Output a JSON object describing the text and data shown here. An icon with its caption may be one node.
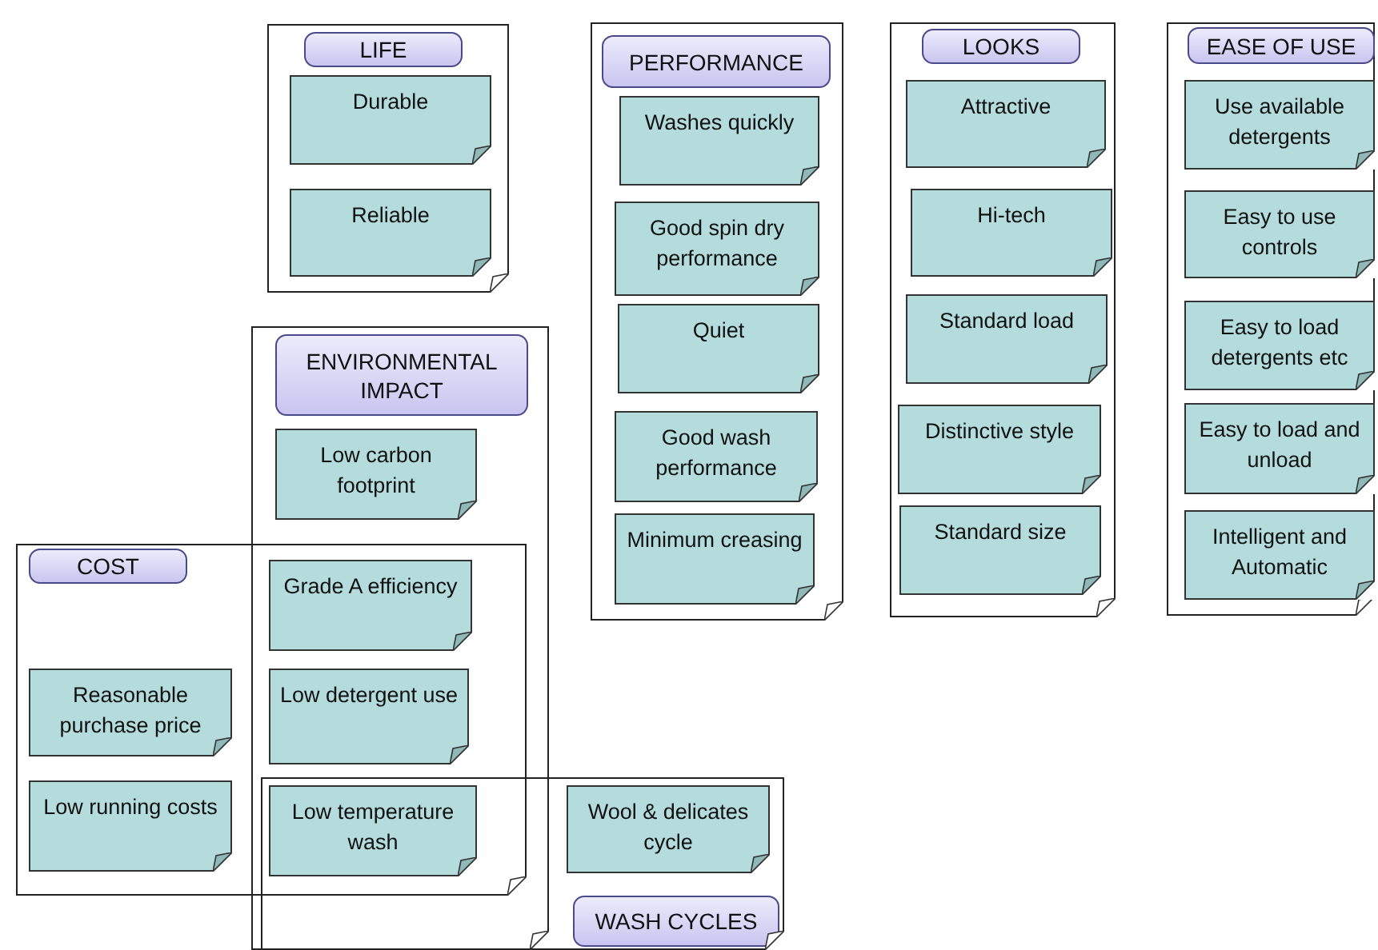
{
  "diagram": {
    "nodes": [
      {
        "text": [
          "LIFE"
        ]
      },
      {
        "text": [
          "Durable"
        ],
        "in": 0
      },
      {
        "text": [
          "Reliable"
        ],
        "in": 0
      },
      {
        "text": [
          "PERFORMANCE"
        ]
      },
      {
        "text": [
          "Washes quickly"
        ],
        "in": 3
      },
      {
        "text": [
          "Good spin dry performance"
        ],
        "in": 3
      },
      {
        "text": [
          "Quiet"
        ],
        "in": 3
      },
      {
        "text": [
          "Good wash performance"
        ],
        "in": 3
      },
      {
        "text": [
          "Minimum creasing"
        ],
        "in": 3
      },
      {
        "text": [
          "LOOKS"
        ]
      },
      {
        "text": [
          "Attractive"
        ],
        "in": 9
      },
      {
        "text": [
          "Hi-tech"
        ],
        "in": 9
      },
      {
        "text": [
          "Standard load"
        ],
        "in": 9
      },
      {
        "text": [
          "Distinctive style"
        ],
        "in": 9
      },
      {
        "text": [
          "Standard size"
        ],
        "in": 9
      },
      {
        "text": [
          "EASE OF USE"
        ]
      },
      {
        "text": [
          "Use available detergents"
        ],
        "in": 15
      },
      {
        "text": [
          "Easy to use controls"
        ],
        "in": 15
      },
      {
        "text": [
          "Easy to load detergents etc"
        ],
        "in": 15
      },
      {
        "text": [
          "Easy to load and unload"
        ],
        "in": 15
      },
      {
        "text": [
          "Intelligent and Automatic"
        ],
        "in": 15
      },
      {
        "text": [
          "ENVIRONMENTAL IMPACT"
        ]
      },
      {
        "text": [
          "Low carbon footprint"
        ],
        "in": 21
      },
      {
        "text": [
          "Grade A efficiency"
        ]
      },
      {
        "text": [
          "Low detergent use"
        ]
      },
      {
        "text": [
          "Low temperature wash"
        ]
      },
      {
        "text": [
          "COST"
        ]
      },
      {
        "text": [
          "Reasonable purchase price"
        ],
        "in": 26
      },
      {
        "text": [
          "Low running costs"
        ],
        "in": 26
      },
      {
        "text": [
          "WASH CYCLES"
        ]
      },
      {
        "text": [
          "Wool & delicates cycle"
        ],
        "in": 29
      }
    ],
    "edges": []
  }
}
